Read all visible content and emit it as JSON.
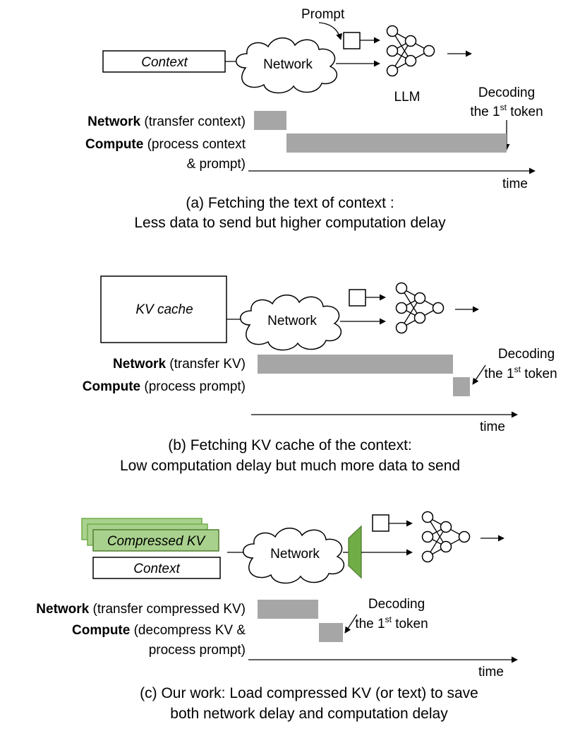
{
  "panel_a": {
    "context_label": "Context",
    "network_label": "Network",
    "prompt_label": "Prompt",
    "llm_label": "LLM",
    "decoding_line1": "Decoding",
    "decoding_line2_pre": "the 1",
    "decoding_sup": "st",
    "decoding_line2_post": " token",
    "row1_bold": "Network",
    "row1_rest": " (transfer context)",
    "row2_bold": "Compute",
    "row2_rest": " (process context",
    "row2_line2": "& prompt)",
    "time_label": "time",
    "caption_line1": "(a) Fetching the text of context :",
    "caption_line2": "Less data to send but higher computation delay"
  },
  "panel_b": {
    "kv_label": "KV cache",
    "network_label": "Network",
    "decoding_line1": "Decoding",
    "decoding_line2_pre": "the 1",
    "decoding_sup": "st",
    "decoding_line2_post": " token",
    "row1_bold": "Network",
    "row1_rest": " (transfer KV)",
    "row2_bold": "Compute",
    "row2_rest": " (process prompt)",
    "time_label": "time",
    "caption_line1": "(b) Fetching KV cache of the context:",
    "caption_line2": "Low computation delay but much more data to send"
  },
  "panel_c": {
    "compressed_label": "Compressed KV",
    "context_label": "Context",
    "network_label": "Network",
    "decoding_line1": "Decoding",
    "decoding_line2_pre": "the 1",
    "decoding_sup": "st",
    "decoding_line2_post": " token",
    "row1_bold": "Network",
    "row1_rest": " (transfer compressed KV)",
    "row2_bold": "Compute",
    "row2_rest": " (decompress KV &",
    "row2_line2": "process prompt)",
    "time_label": "time",
    "caption_line1": "(c) Our work: Load compressed KV (or text) to save",
    "caption_line2": "both network delay and computation delay"
  },
  "colors": {
    "bar": "#a6a6a6",
    "green_fill": "#a9d18e",
    "green_dark": "#70ad47",
    "line": "#000000"
  }
}
